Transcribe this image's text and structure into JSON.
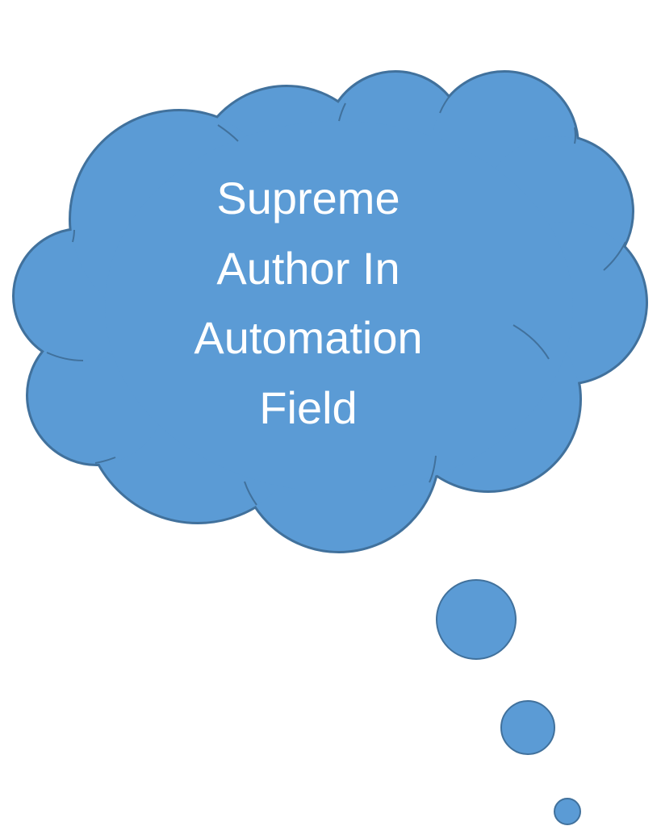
{
  "callout": {
    "lines": [
      "Supreme",
      "Author In",
      "Automation",
      "Field"
    ]
  },
  "colors": {
    "fill": "#5B9BD5",
    "stroke": "#41719C",
    "text": "#FFFFFF"
  }
}
